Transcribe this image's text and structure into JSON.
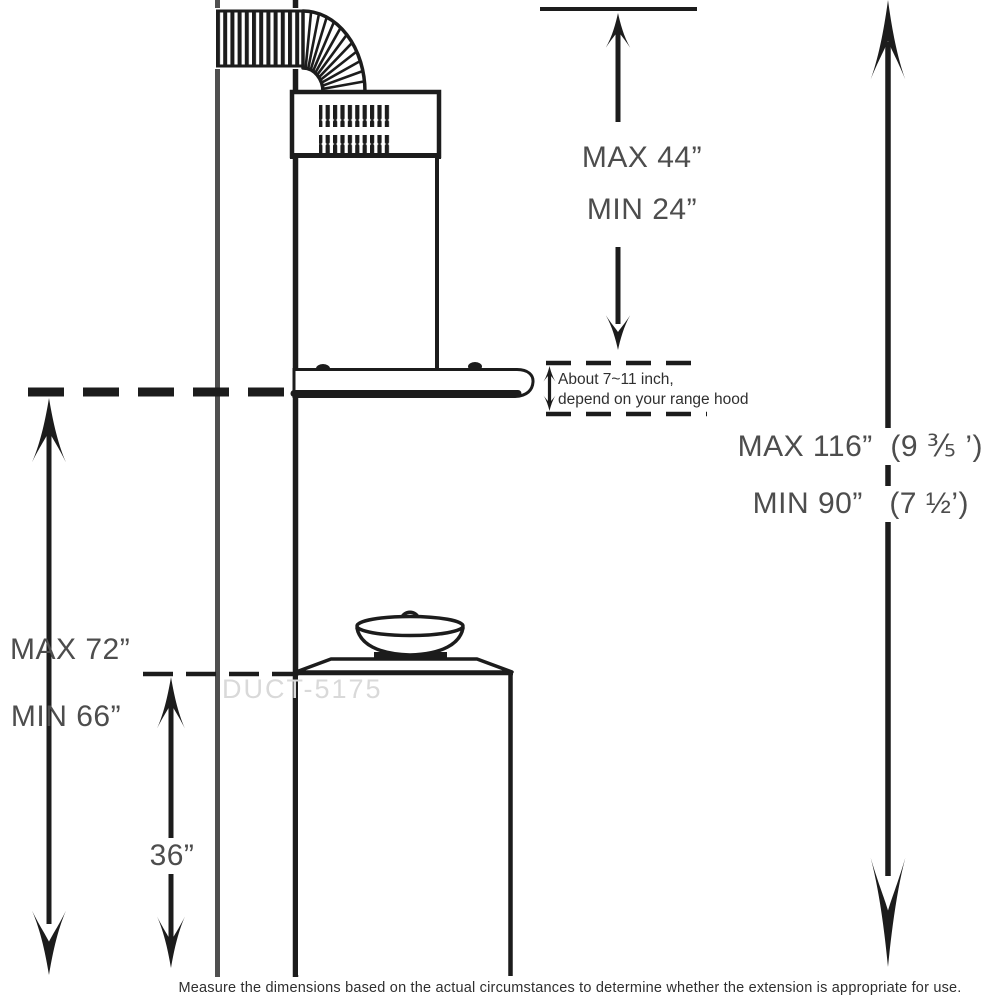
{
  "dimensions": {
    "duct_extension": {
      "max": "MAX 44”",
      "min": "MIN 24”"
    },
    "hood_body": {
      "line1": "About 7~11 inch,",
      "line2": "depend on your range hood"
    },
    "total": {
      "max": "MAX 116”  (9 ⅗ ’)",
      "min": "MIN 90”   (7 ½’)"
    },
    "hood_to_floor": {
      "max": "MAX 72”",
      "min": "MIN 66”"
    },
    "counter": {
      "value": "36”"
    }
  },
  "watermark": {
    "text": "DUCT-5175"
  },
  "footnote": {
    "text": "Measure the dimensions based on the actual circumstances to determine whether the extension is appropriate for use."
  },
  "colors": {
    "background": "#ffffff",
    "line": "#1c1c1c",
    "wall_line": "#4f4f4f",
    "label_text": "#4d4d4d",
    "note_text": "#2f2f2f",
    "watermark_text": "#d9d9d9"
  }
}
